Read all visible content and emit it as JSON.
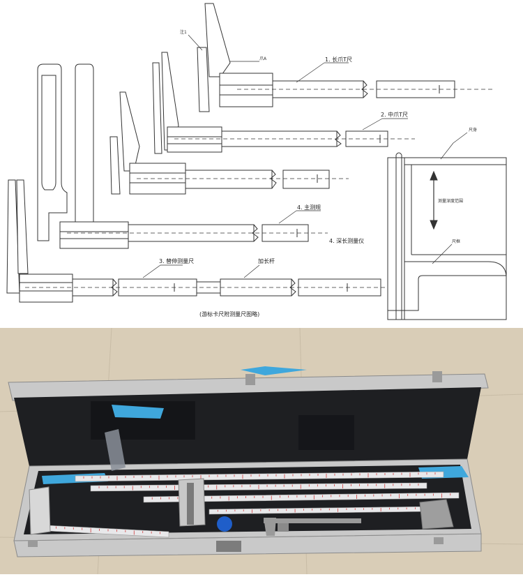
{
  "drawing": {
    "labels": {
      "long_t": "1. 长爪T尺",
      "mid_t": "2. 中爪T尺",
      "main_ruler": "4. 主测规",
      "ext_ruler": "3. 替伸测量尺",
      "small_label_a": "注1",
      "small_label_b": "爪A",
      "long_measure": "4. 深长测量仪",
      "rod": "加长杆",
      "detail_top": "尺身",
      "detail_mid": "测量深度范围",
      "detail_low": "尺框"
    },
    "caption": "(游标卡尺附测量尺图略)"
  },
  "photo": {
    "colors": {
      "case_frame": "#c9c9c9",
      "foam": "#1e1f22",
      "ribbon": "#3fa7dc",
      "ruler": "#e8e8ea",
      "tick_red": "#d03a3a",
      "floor": "#d9cdb7"
    }
  }
}
